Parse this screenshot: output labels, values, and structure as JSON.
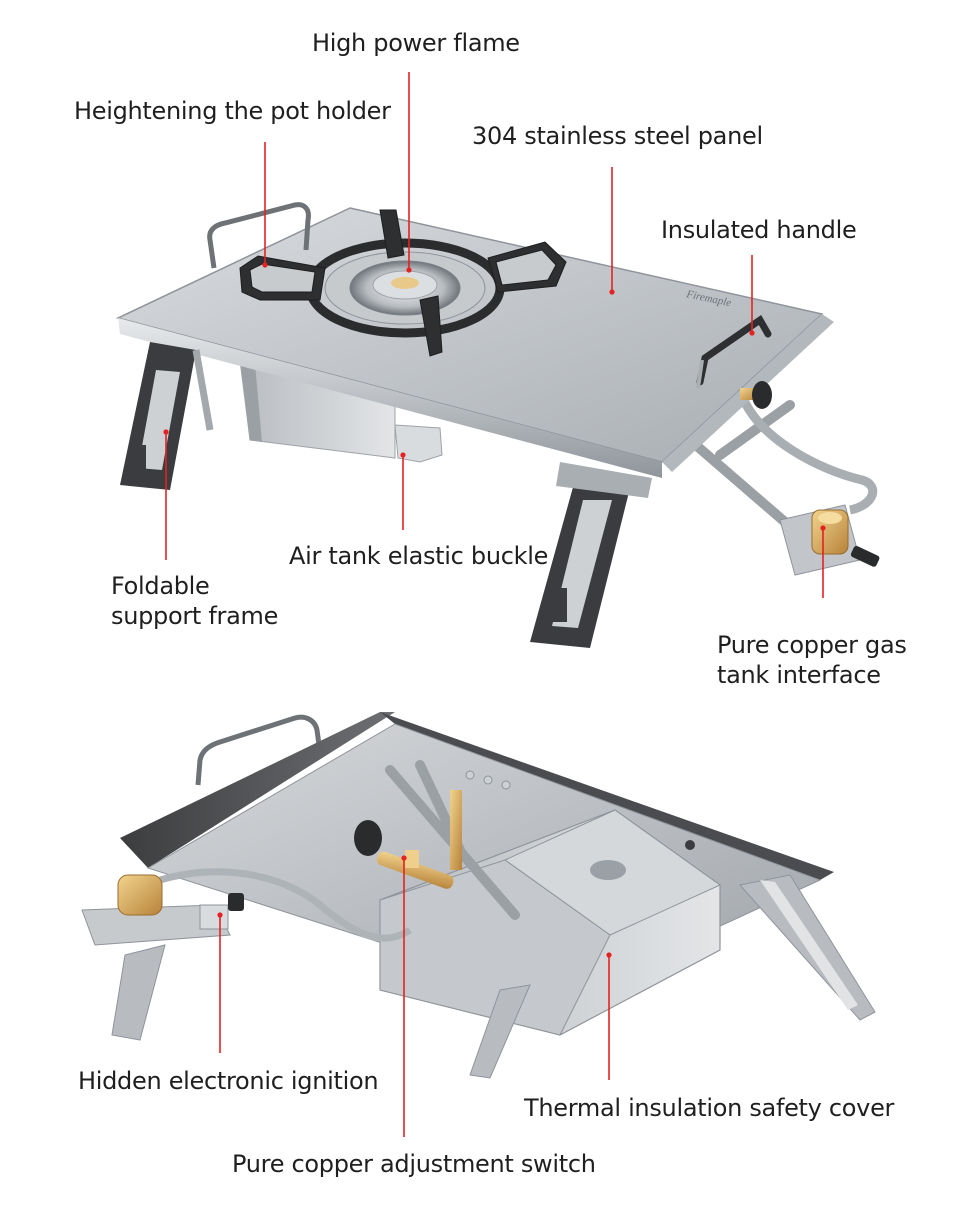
{
  "labels": {
    "high_power_flame": "High power flame",
    "heightening_pot_holder": "Heightening the pot holder",
    "stainless_panel": "304 stainless steel panel",
    "insulated_handle": "Insulated handle",
    "air_tank_buckle": "Air tank elastic buckle",
    "foldable_frame_line1": "Foldable",
    "foldable_frame_line2": "support frame",
    "copper_tank_line1": "Pure copper gas",
    "copper_tank_line2": "tank interface",
    "hidden_ignition": "Hidden electronic ignition",
    "thermal_cover": "Thermal insulation safety cover",
    "copper_switch": "Pure copper adjustment switch"
  },
  "colors": {
    "leader_line": "#e52222",
    "text": "#1f1f1f",
    "steel": "#c9cdd1",
    "steel_dark": "#8e949a",
    "leg_dark": "#3a3c3f",
    "copper": "#d6a55a"
  },
  "brand_mark": "Firemaple"
}
